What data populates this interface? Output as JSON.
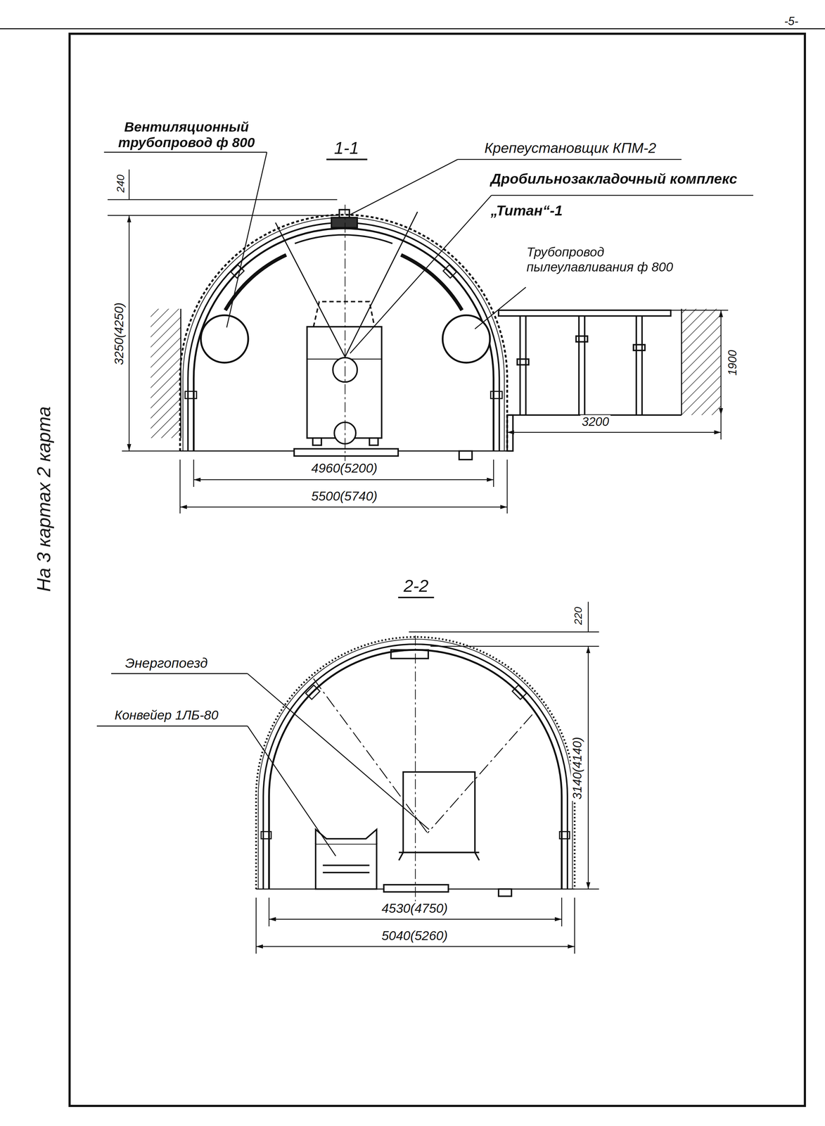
{
  "diagram": {
    "labels": [
      "-5-",
      "Вентиляционный трубопровод ф 800",
      "1-1",
      "Крепеустановщик КПМ-2",
      "Дробильнозакладочный комплекс „Титан“-1",
      "Трубопровод пылеулавливания ф 800",
      "240",
      "3250(4250)",
      "1900",
      "3200",
      "4960(5200)",
      "5500(5740)",
      "На 3 картах 2 карта",
      "2-2",
      "220",
      "Энергопоезд",
      "Конвейер 1ЛБ-80",
      "3140(4140)",
      "4530(4750)",
      "5040(5260)"
    ]
  }
}
